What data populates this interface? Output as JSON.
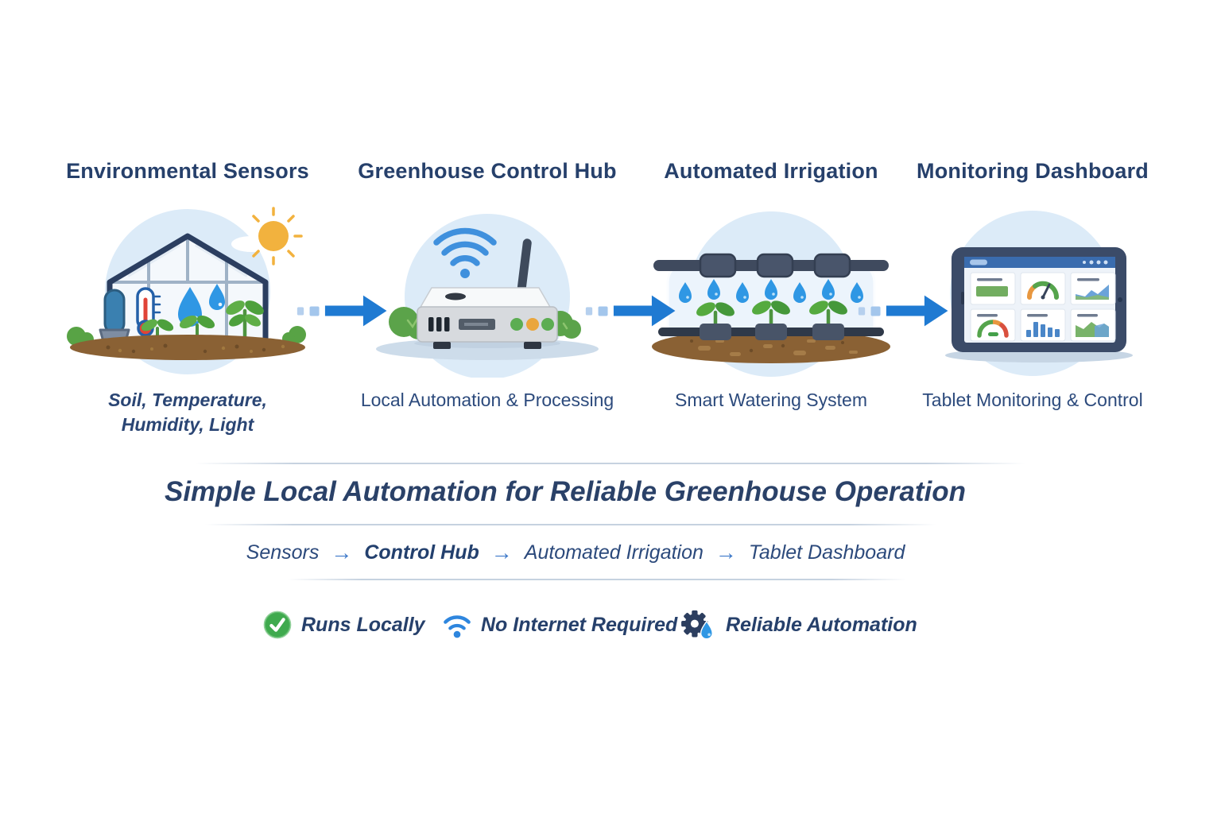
{
  "panels": [
    {
      "title": "Environmental Sensors",
      "illustration": "greenhouse-sensors-illustration",
      "caption_lines": [
        "Soil, Temperature,",
        "Humidity, Light"
      ]
    },
    {
      "title": "Greenhouse Control Hub",
      "illustration": "control-hub-illustration",
      "caption_lines": [
        "Local Automation & Processing"
      ]
    },
    {
      "title": "Automated Irrigation",
      "illustration": "drip-irrigation-illustration",
      "caption_lines": [
        "Smart Watering System"
      ]
    },
    {
      "title": "Monitoring Dashboard",
      "illustration": "tablet-dashboard-illustration",
      "caption_lines": [
        "Tablet Monitoring & Control"
      ]
    }
  ],
  "summary": {
    "title": "Simple Local Automation for Reliable Greenhouse Operation",
    "arrow": "→",
    "flow": [
      "Sensors",
      "Control Hub",
      "Automated Irrigation",
      "Tablet Dashboard"
    ]
  },
  "badges": [
    {
      "icon": "check-circle-icon",
      "label": "Runs Locally",
      "color": "#3faa4e"
    },
    {
      "icon": "wifi-icon",
      "label": "No Internet Required",
      "color": "#2e86de"
    },
    {
      "icon": "gear-droplet-icon",
      "label": "Reliable Automation",
      "color": "#2c3e5f"
    }
  ],
  "colors": {
    "heading_navy": "#26406b",
    "caption_navy": "#2c4a7c",
    "arrow_blue": "#1f7ad2",
    "flow_arrow_blue": "#3c78c8",
    "circle_bg": "#dcebf8",
    "soil_brown": "#8a6134",
    "plant_green": "#55a33b",
    "sun_yellow": "#f2b23e",
    "drop_blue": "#2f97e4"
  },
  "dashboard_tiles": [
    "status-bar",
    "gauge",
    "area-chart",
    "gauge",
    "bar-chart",
    "area-chart"
  ]
}
